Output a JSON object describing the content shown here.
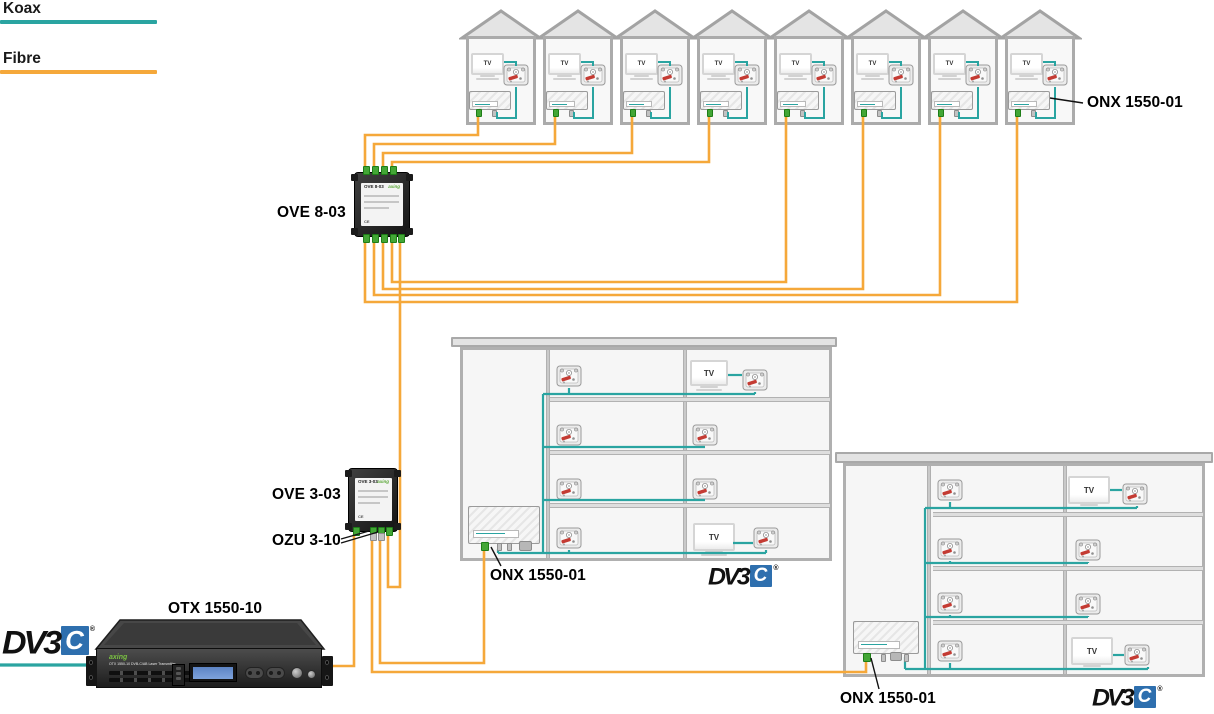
{
  "legend": {
    "koax": "Koax",
    "fibre": "Fibre",
    "koax_color": "#2AA4A1",
    "fibre_color": "#F5A83A"
  },
  "annotations": {
    "onx_top": "ONX 1550-01",
    "ove8": "OVE 8-03",
    "ove3": "OVE 3-03",
    "ozu": "OZU 3-10",
    "otx": "OTX 1550-10",
    "onx_middle": "ONX 1550-01",
    "onx_right": "ONX 1550-01"
  },
  "houses": {
    "count": 8,
    "tv_label": "TV"
  },
  "buildings": {
    "middle": {
      "floors": 4,
      "tv_label": "TV"
    },
    "right": {
      "floors": 4,
      "tv_label": "TV"
    }
  },
  "devices": {
    "ove8": {
      "brand": "axing",
      "model": "OVE 8-03"
    },
    "ove3": {
      "brand": "axing",
      "model": "OVE 3-03"
    },
    "otx": {
      "brand": "axing",
      "front_text": "OTX 1550-10 DVB-C/AB Laser Transmitter"
    }
  },
  "logo": {
    "dvb": "DV3",
    "c": "C",
    "reg": "®"
  }
}
